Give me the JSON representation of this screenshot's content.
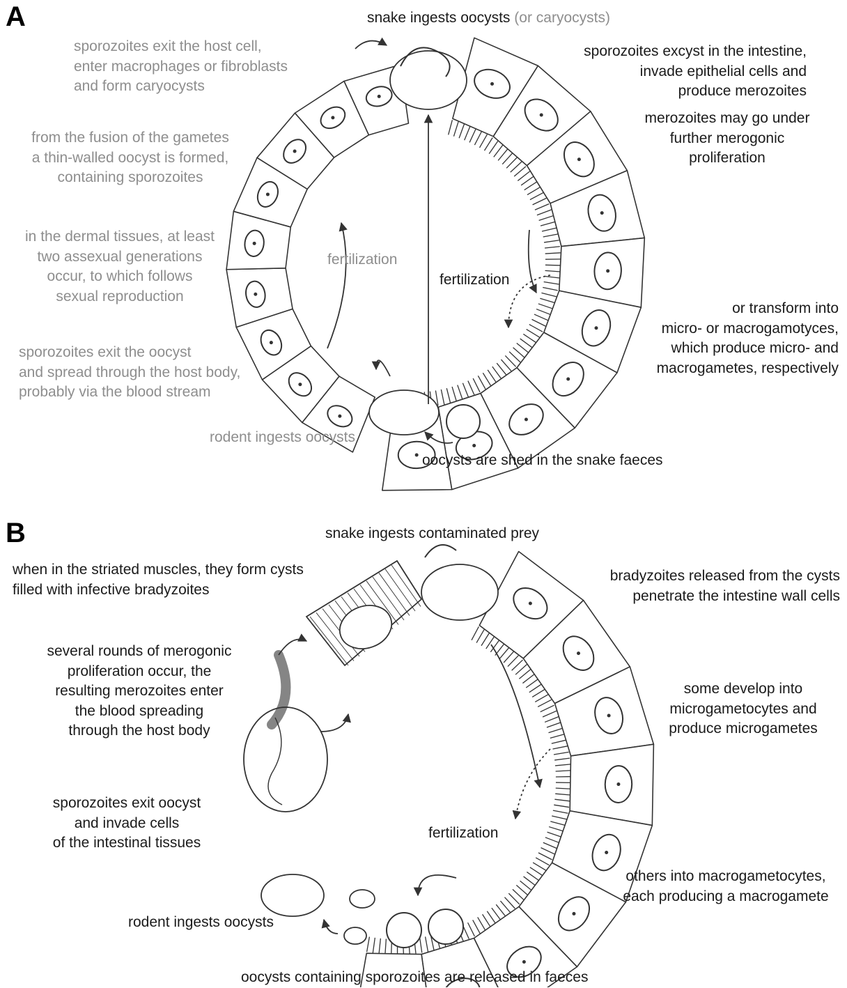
{
  "panel_a": {
    "letter": "A",
    "snake_ingests": "snake ingests oocysts",
    "snake_ingests_alt": "(or caryocysts)",
    "excyst": [
      "sporozoites excyst in the intestine,",
      "invade epithelial cells and",
      "produce merozoites"
    ],
    "merogonic": [
      "merozoites may go under",
      "further merogonic",
      "proliferation"
    ],
    "transform": [
      "or transform into",
      "micro- or macrogamotyces,",
      "which produce micro- and",
      "macrogametes, respectively"
    ],
    "shed": "oocysts are shed in the snake faeces",
    "fertilization_right": "fertilization",
    "fertilization_left": "fertilization",
    "rodent": "rodent ingests oocysts",
    "exit_host": [
      "sporozoites exit the host cell,",
      "enter macrophages or fibroblasts",
      "and form caryocysts"
    ],
    "fusion": [
      "from the fusion of the gametes",
      "a thin-walled oocyst is formed,",
      "containing sporozoites"
    ],
    "dermal": [
      "in the dermal tissues, at least",
      "two assexual generations",
      "occur, to which follows",
      "sexual reproduction"
    ],
    "exit_oocyst": [
      "sporozoites exit the oocyst",
      "and spread through the host body,",
      "probably via the blood stream"
    ]
  },
  "panel_b": {
    "letter": "B",
    "snake_ingests": "snake ingests contaminated prey",
    "striated": [
      "when in the striated muscles, they form cysts",
      "filled with infective bradyzoites"
    ],
    "bradyzoites": [
      "bradyzoites released from the cysts",
      "penetrate the intestine wall cells"
    ],
    "merogonic": [
      "several rounds of merogonic",
      "proliferation occur, the",
      "resulting merozoites enter",
      "the blood spreading",
      "through the host body"
    ],
    "micro": [
      "some develop into",
      "microgametocytes and",
      "produce microgametes"
    ],
    "exit_oocyst": [
      "sporozoites exit oocyst",
      "and invade cells",
      "of the intestinal tissues"
    ],
    "fertilization": "fertilization",
    "macro": [
      "others into macrogametocytes,",
      "each producing a macrogamete"
    ],
    "rodent": "rodent ingests oocysts",
    "released": "oocysts containing sporozoites are released in faeces"
  },
  "colors": {
    "dark_text": "#1b1b1b",
    "gray_text": "#8e8e8e",
    "drawing": "#333333"
  }
}
